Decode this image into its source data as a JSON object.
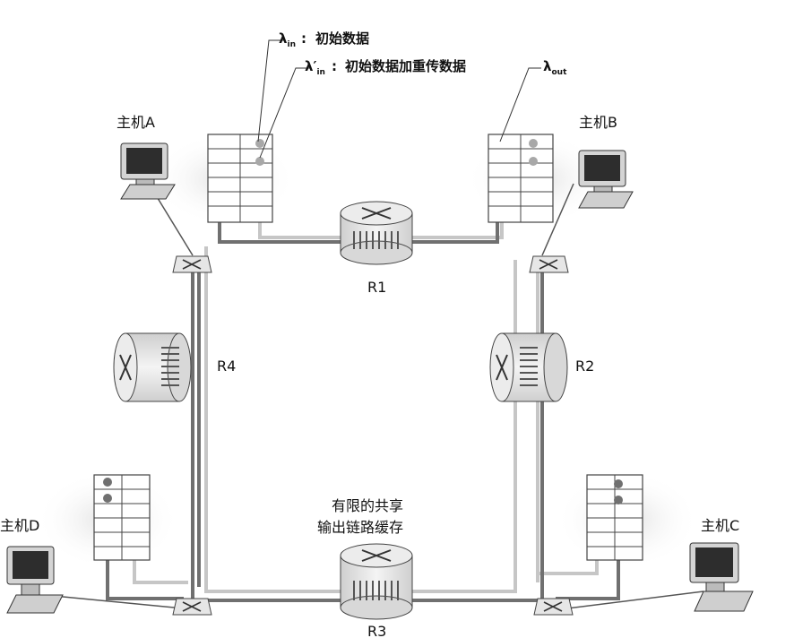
{
  "legend": {
    "lambda_in_label": "初始数据",
    "lambda_in_prime_label": "初始数据加重传数据",
    "lambda_out_symbol": "λ",
    "lambda_out_sub": "out",
    "lambda_symbol": "λ",
    "lambda_in_sub": "in",
    "lambda_prime_symbol": "λ′",
    "colon": ":"
  },
  "hosts": {
    "a": "主机A",
    "b": "主机B",
    "c": "主机C",
    "d": "主机D"
  },
  "routers": {
    "r1": "R1",
    "r2": "R2",
    "r3": "R3",
    "r4": "R4"
  },
  "buffer_note": {
    "line1": "有限的共享",
    "line2": "输出链路缓存"
  },
  "colors": {
    "line_dark": "#6e6e6e",
    "line_light": "#c9c9c9",
    "router_fill": "#e4e4e4",
    "halo": "#ebebeb"
  }
}
